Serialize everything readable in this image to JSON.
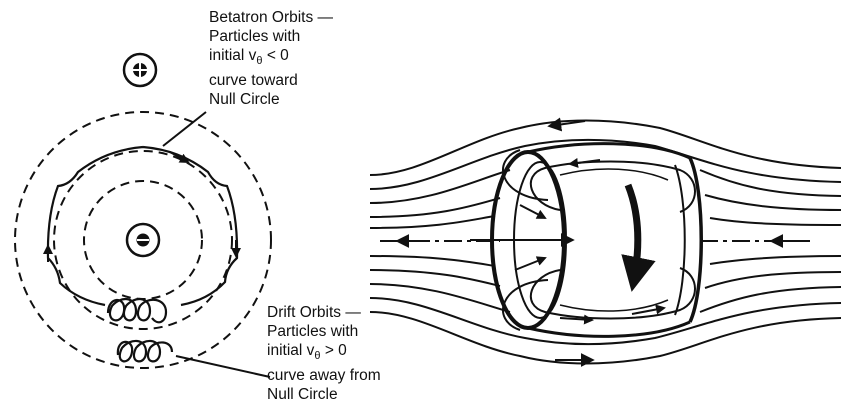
{
  "labels": {
    "betatron": {
      "line1": "Betatron Orbits —",
      "line2": "Particles with",
      "line3_pre": "initial v",
      "line3_sub": "θ",
      "line3_post": " < 0",
      "line4": "curve toward",
      "line5": "Null Circle"
    },
    "drift": {
      "line1": "Drift Orbits —",
      "line2": "Particles with",
      "line3_pre": "initial v",
      "line3_sub": "θ",
      "line3_post": " > 0",
      "line4": "curve away from",
      "line5": "Null Circle"
    }
  },
  "symbols": {
    "current_into": "⊕",
    "current_out": "⊖"
  },
  "colors": {
    "ink": "#111111",
    "background": "#ffffff"
  }
}
